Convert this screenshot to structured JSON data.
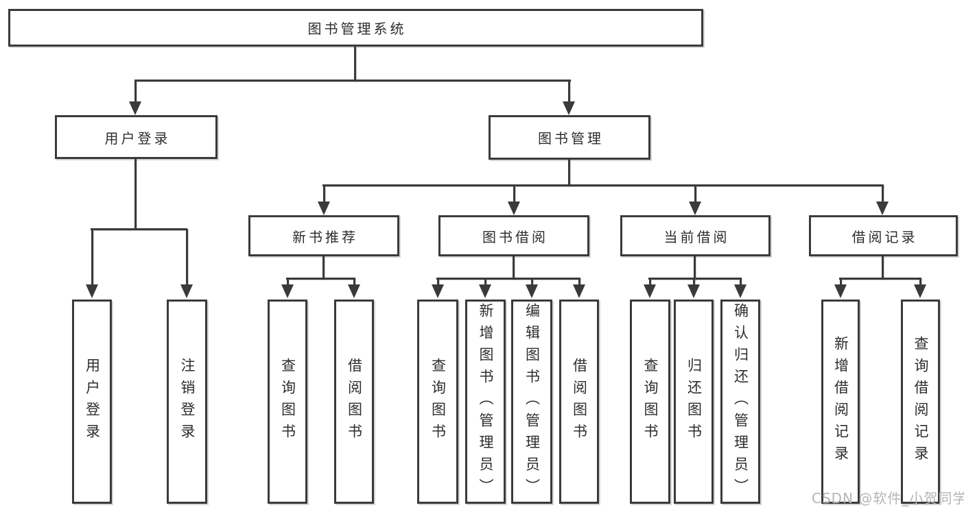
{
  "colors": {
    "line": "#3a3a3a",
    "border": "#3a3a3a",
    "text": "#2d2d2d",
    "watermark_text": "#b4b4b4",
    "background": "#ffffff"
  },
  "watermark": {
    "text": "CSDN @软件_小贺同学"
  },
  "tree": {
    "root": {
      "label": "图书管理系统"
    },
    "children": [
      {
        "label": "用户登录",
        "children": [
          {
            "label": "用户登录"
          },
          {
            "label": "注销登录"
          }
        ]
      },
      {
        "label": "图书管理",
        "children": [
          {
            "label": "新书推荐",
            "children": [
              {
                "label": "查询图书"
              },
              {
                "label": "借阅图书"
              }
            ]
          },
          {
            "label": "图书借阅",
            "children": [
              {
                "label": "查询图书"
              },
              {
                "label": "新增图书（管理员）"
              },
              {
                "label": "编辑图书（管理员）"
              },
              {
                "label": "借阅图书"
              }
            ]
          },
          {
            "label": "当前借阅",
            "children": [
              {
                "label": "查询图书"
              },
              {
                "label": "归还图书"
              },
              {
                "label": "确认归还（管理员）"
              }
            ]
          },
          {
            "label": "借阅记录",
            "children": [
              {
                "label": "新增借阅记录"
              },
              {
                "label": "查询借阅记录"
              }
            ]
          }
        ]
      }
    ]
  }
}
